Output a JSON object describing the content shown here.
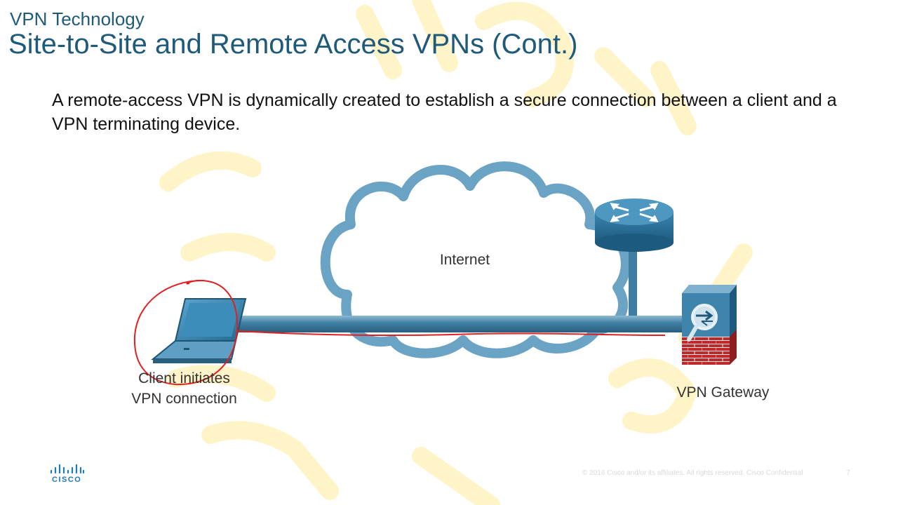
{
  "header": {
    "subtitle": "VPN Technology",
    "title": "Site-to-Site and Remote Access VPNs (Cont.)"
  },
  "body_text": "A remote-access VPN is dynamically created to establish a secure connection between a client and a VPN terminating device.",
  "diagram": {
    "cloud_label": "Internet",
    "client_label_line1": "Client initiates",
    "client_label_line2": "VPN connection",
    "gateway_label": "VPN Gateway"
  },
  "footer": {
    "logo_text": "CISCO",
    "copyright": "© 2016 Cisco and/or its affiliates. All rights reserved. Cisco Confidential",
    "page_number": "7"
  },
  "colors": {
    "title": "#1f5a7a",
    "cloud_fill": "#ffffff",
    "cloud_stroke": "#6aa3c4",
    "tunnel": "#4a86a8",
    "annotation": "#e02020",
    "firewall_brick": "#c0282a",
    "watermark": "#fff3c2"
  }
}
